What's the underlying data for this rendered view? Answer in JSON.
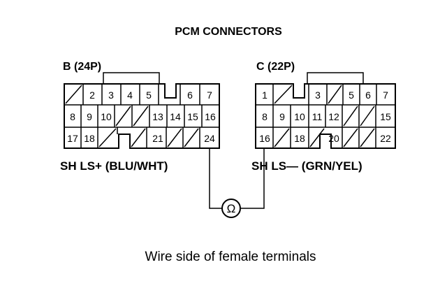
{
  "title": "PCM CONNECTORS",
  "caption": "Wire side of female terminals",
  "connectors": {
    "b": {
      "label": "B (24P)",
      "pin_label": "SH LS+ (BLU/WHT)",
      "rows": [
        [
          "",
          "2",
          "3",
          "4",
          "5",
          "",
          "6",
          "7"
        ],
        [
          "8",
          "9",
          "10",
          "",
          "",
          "13",
          "14",
          "15",
          "16"
        ],
        [
          "17",
          "18",
          "",
          "",
          "21",
          "",
          "",
          "24"
        ]
      ]
    },
    "c": {
      "label": "C (22P)",
      "pin_label": "SH LS— (GRN/YEL)",
      "rows": [
        [
          "1",
          "",
          "",
          "3",
          "",
          "5",
          "6",
          "7"
        ],
        [
          "8",
          "9",
          "10",
          "11",
          "12",
          "",
          "",
          "15"
        ],
        [
          "16",
          "",
          "18",
          "",
          "20",
          "",
          "",
          "22"
        ]
      ]
    }
  },
  "meter_symbol": "Ω"
}
